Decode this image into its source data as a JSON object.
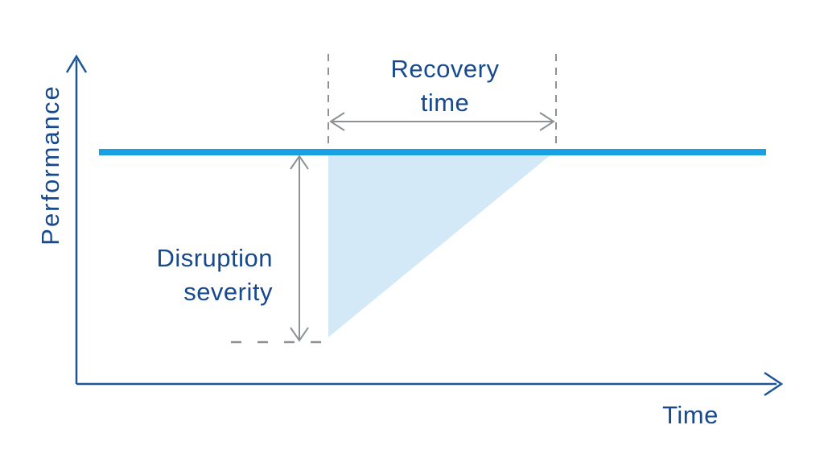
{
  "diagram": {
    "y_axis": {
      "label": "Performance"
    },
    "x_axis": {
      "label": "Time"
    },
    "recovery_annotation": {
      "line1": "Recovery",
      "line2": "time"
    },
    "severity_annotation": {
      "line1": "Disruption",
      "line2": "severity"
    },
    "colors": {
      "axis": "#1d5496",
      "label_text": "#17498e",
      "performance_line": "#18a0e2",
      "disruption_area": "#d4e9f7",
      "annotation_gray": "#8d9194",
      "background": "#ffffff"
    }
  }
}
